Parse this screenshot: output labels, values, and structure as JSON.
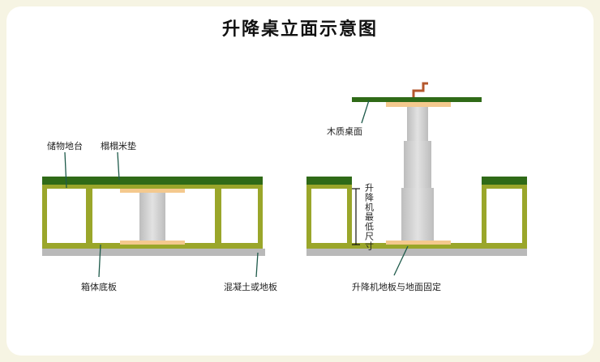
{
  "title": "升降桌立面示意图",
  "labels": {
    "storage_floor": "储物地台",
    "tatami_pad": "榻榻米垫",
    "box_bottom": "箱体底板",
    "concrete_floor": "混凝土或地板",
    "wood_desktop": "木质桌面",
    "min_height": "升降机最低尺寸",
    "fixed_note": "升降机地板与地面固定"
  },
  "colors": {
    "frame": "#9aa62a",
    "frame_dark": "#6f7a1a",
    "top_green": "#2f6a17",
    "pad": "#f4c98e",
    "column": "#c9c9c9",
    "ground": "#b9b9b9",
    "handle": "#b4572c"
  }
}
